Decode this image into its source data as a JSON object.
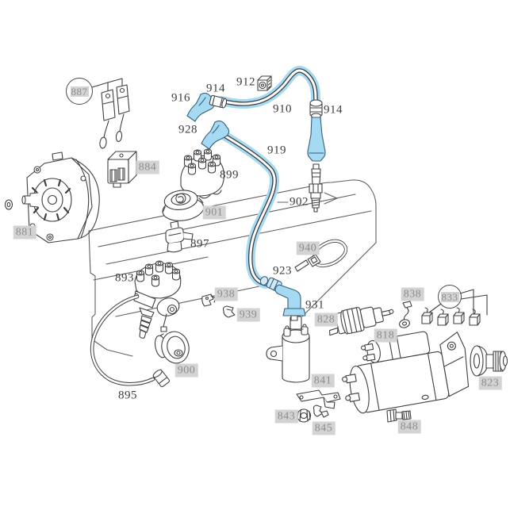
{
  "diagram": {
    "type": "exploded-parts-diagram",
    "subject": "ignition-system",
    "background": "#ffffff",
    "line_color": "#3f3f3f",
    "engine_line_color": "#5f5f5f",
    "label_box_bg": "#d3d3d3",
    "label_box_fg": "#8d8d8d",
    "label_plain_fg": "#3c3c3c",
    "highlight": {
      "color": "#a6d9f2",
      "part_numbers": [
        "910",
        "914",
        "916",
        "919",
        "923",
        "928",
        "931"
      ]
    }
  },
  "labels": [
    {
      "text": "887",
      "style": "circled"
    },
    {
      "text": "916",
      "style": "plain"
    },
    {
      "text": "914",
      "style": "plain"
    },
    {
      "text": "912",
      "style": "plain"
    },
    {
      "text": "910",
      "style": "plain"
    },
    {
      "text": "914",
      "style": "plain"
    },
    {
      "text": "928",
      "style": "plain"
    },
    {
      "text": "919",
      "style": "plain"
    },
    {
      "text": "884",
      "style": "boxed"
    },
    {
      "text": "899",
      "style": "plain"
    },
    {
      "text": "901",
      "style": "boxed"
    },
    {
      "text": "902",
      "style": "plain"
    },
    {
      "text": "881",
      "style": "boxed"
    },
    {
      "text": "897",
      "style": "plain"
    },
    {
      "text": "940",
      "style": "boxed"
    },
    {
      "text": "893",
      "style": "plain"
    },
    {
      "text": "923",
      "style": "plain"
    },
    {
      "text": "938",
      "style": "boxed"
    },
    {
      "text": "838",
      "style": "boxed"
    },
    {
      "text": "833",
      "style": "circled"
    },
    {
      "text": "931",
      "style": "plain"
    },
    {
      "text": "939",
      "style": "boxed"
    },
    {
      "text": "828",
      "style": "boxed"
    },
    {
      "text": "818",
      "style": "boxed"
    },
    {
      "text": "900",
      "style": "boxed"
    },
    {
      "text": "841",
      "style": "boxed"
    },
    {
      "text": "823",
      "style": "boxed"
    },
    {
      "text": "895",
      "style": "plain"
    },
    {
      "text": "843",
      "style": "boxed"
    },
    {
      "text": "845",
      "style": "boxed"
    },
    {
      "text": "848",
      "style": "boxed"
    }
  ]
}
